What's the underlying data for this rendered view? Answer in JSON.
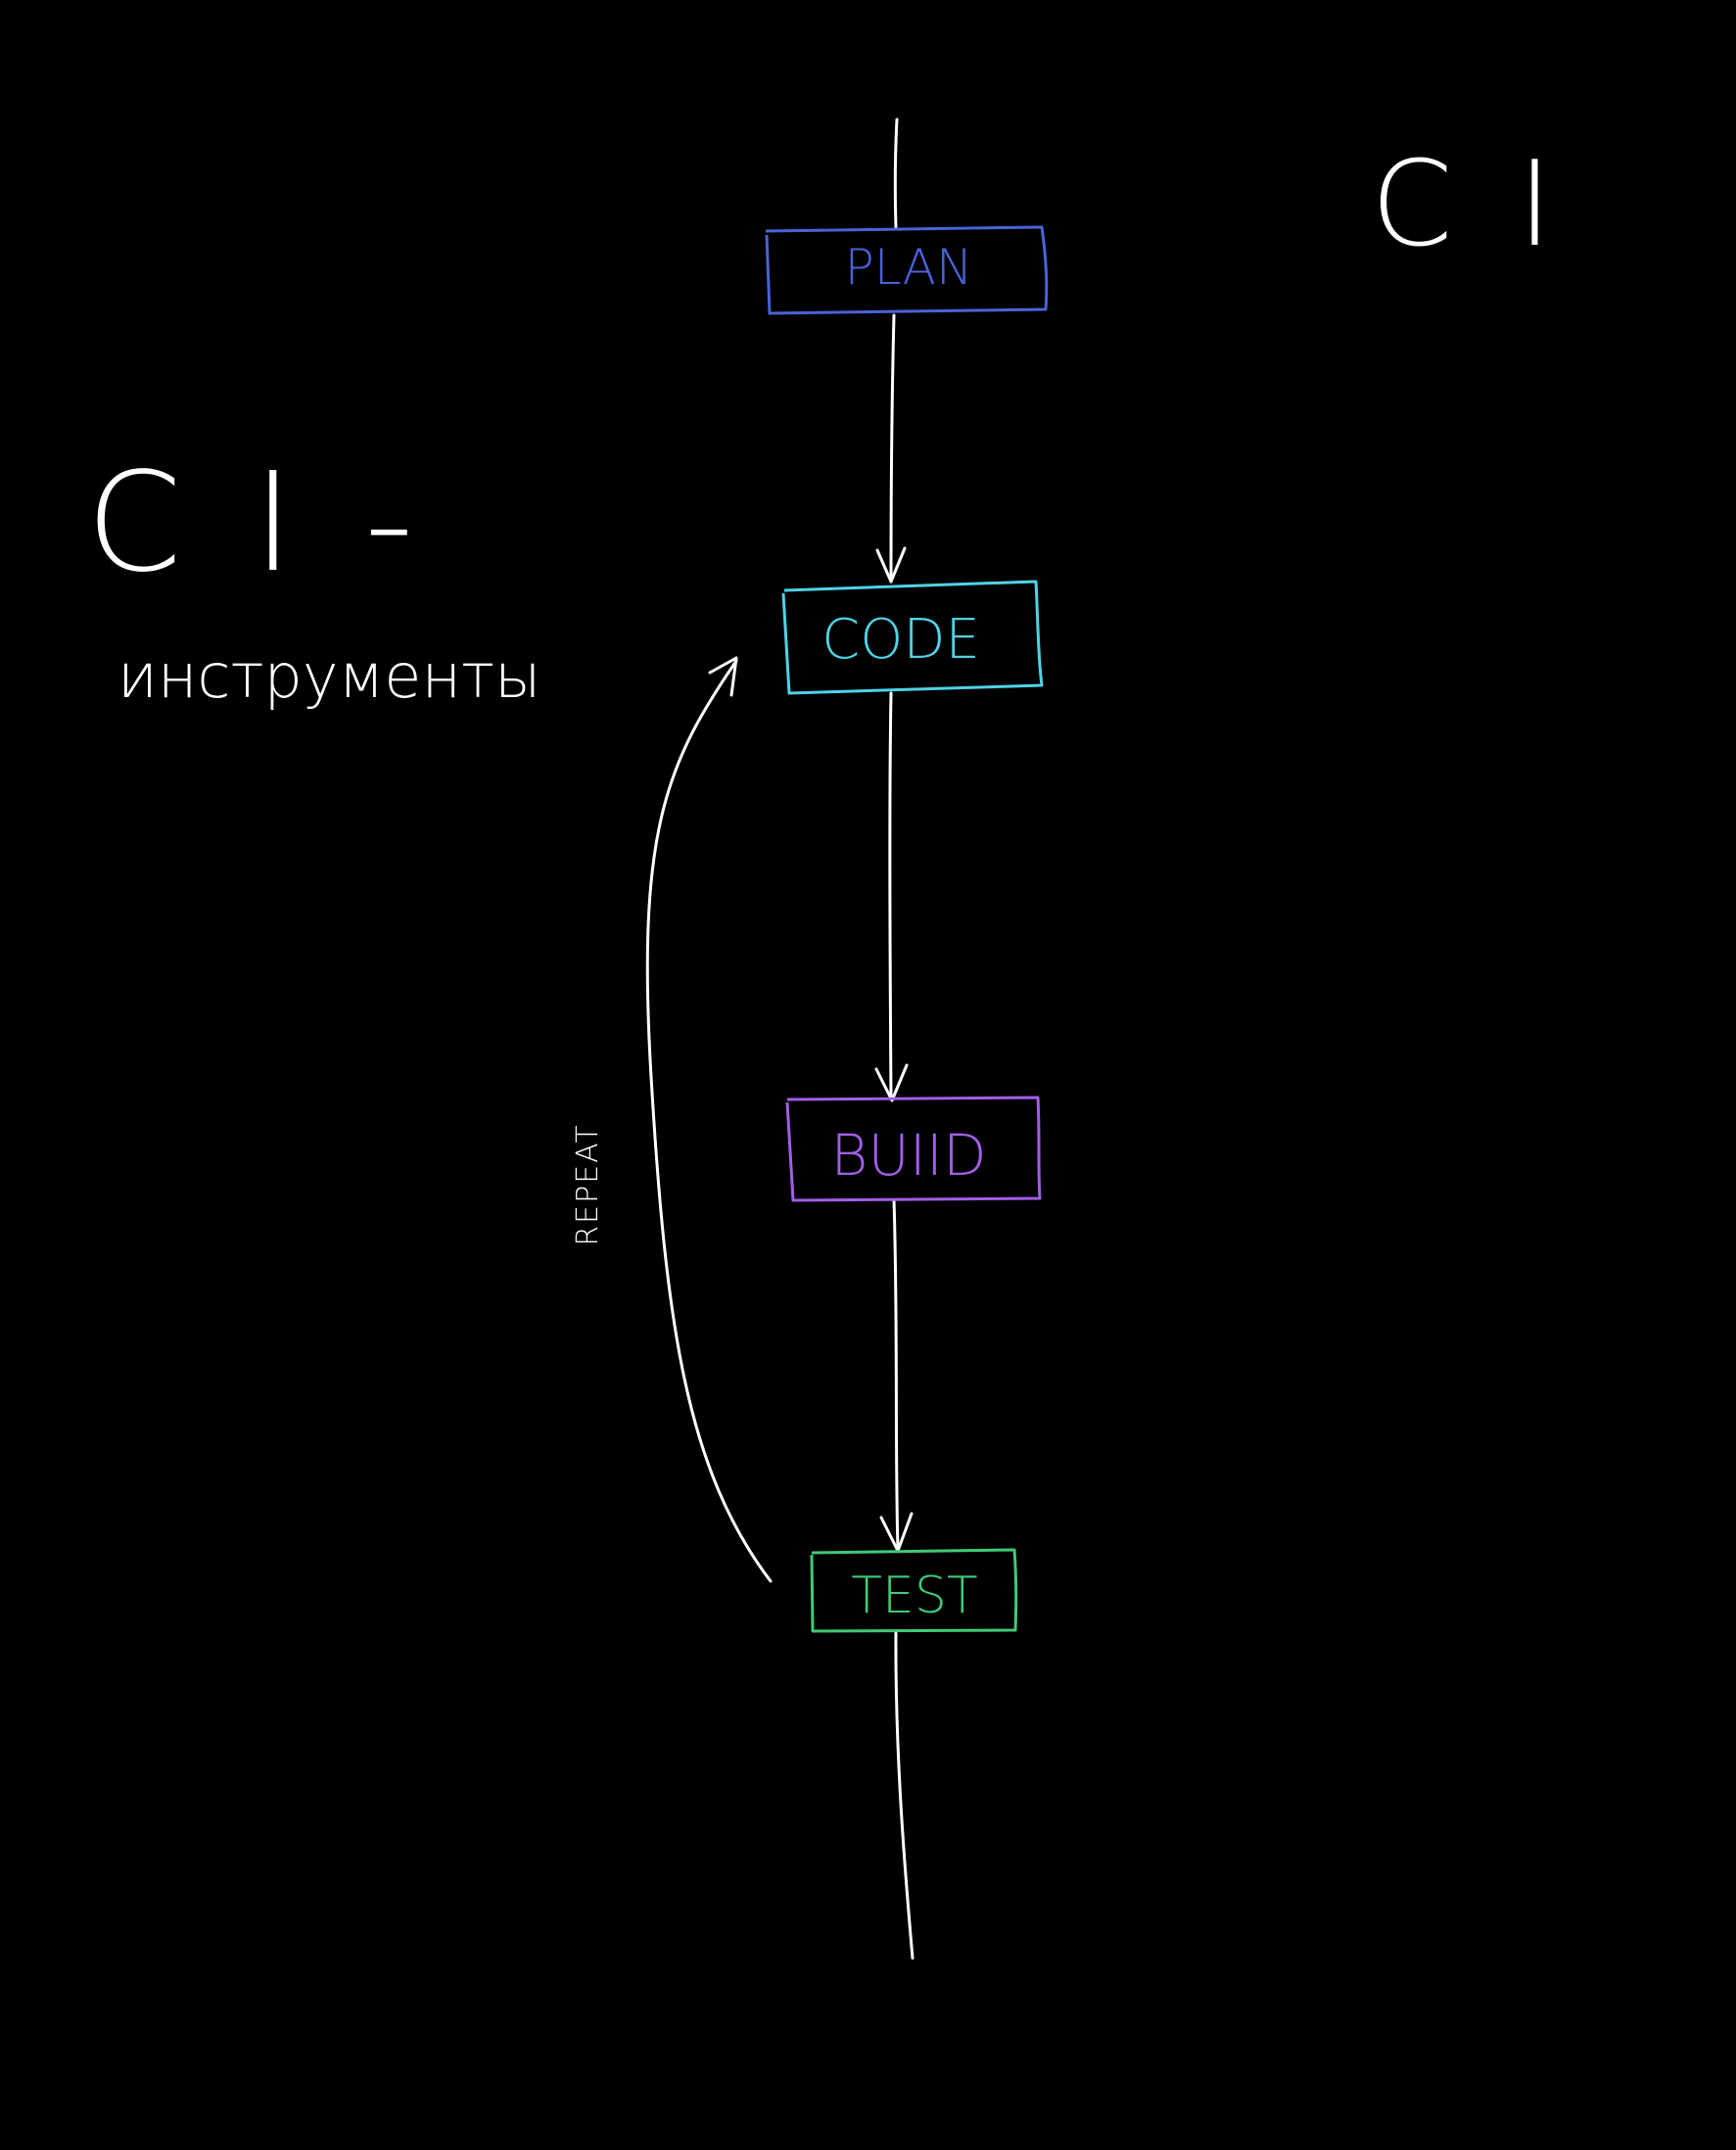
{
  "heading_right": "C I",
  "heading_left": "C I -",
  "subtitle_left": "инструменты",
  "loop_label": "REPEAT",
  "stages": [
    {
      "label": "PLAN",
      "color": "#4a63d8"
    },
    {
      "label": "CODE",
      "color": "#4fd3e6"
    },
    {
      "label": "BUIID",
      "color": "#a35ee8"
    },
    {
      "label": "TEST",
      "color": "#3fca79"
    }
  ],
  "colors": {
    "background": "#000000",
    "ink": "#ffffff"
  }
}
